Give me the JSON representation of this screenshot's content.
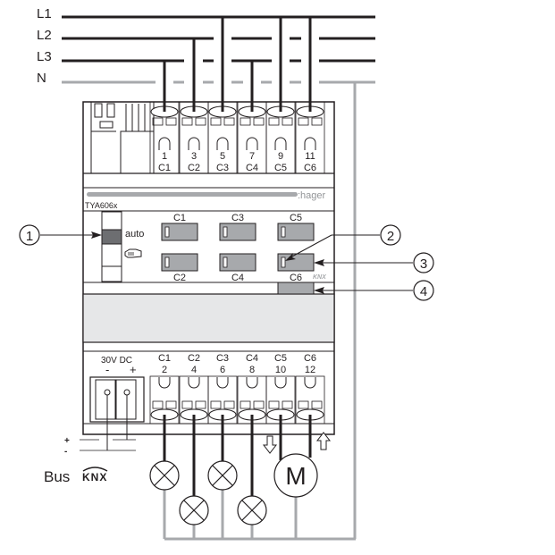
{
  "colors": {
    "ink": "#231f20",
    "neutral_wire": "#a7a9ac",
    "button_fill": "#a7a9ac",
    "window_fill": "#e6e7e8",
    "switch_dark": "#6d6e71",
    "brand_bar": "#a7a9ac"
  },
  "supply_lines": [
    {
      "label": "L1"
    },
    {
      "label": "L2"
    },
    {
      "label": "L3"
    },
    {
      "label": "N"
    }
  ],
  "device": {
    "model": "TYA606x",
    "brand": ":hager",
    "top_terminals": [
      {
        "number": "1",
        "channel": "C1"
      },
      {
        "number": "3",
        "channel": "C2"
      },
      {
        "number": "5",
        "channel": "C3"
      },
      {
        "number": "7",
        "channel": "C4"
      },
      {
        "number": "9",
        "channel": "C5"
      },
      {
        "number": "11",
        "channel": "C6"
      }
    ],
    "bottom_terminals": [
      {
        "number": "2",
        "channel": "C1"
      },
      {
        "number": "4",
        "channel": "C2"
      },
      {
        "number": "6",
        "channel": "C3"
      },
      {
        "number": "8",
        "channel": "C4"
      },
      {
        "number": "10",
        "channel": "C5"
      },
      {
        "number": "12",
        "channel": "C6"
      }
    ],
    "buttons_top_labels": [
      "C1",
      "C3",
      "C5"
    ],
    "buttons_bottom_labels": [
      "C2",
      "C4",
      "C6"
    ],
    "mode_switch": {
      "auto_label": "auto",
      "manual_icon": "hand-icon"
    },
    "knx_logo": "KNX",
    "power_label": "30V DC",
    "power_minus": "-",
    "power_plus": "+"
  },
  "callouts": [
    {
      "number": "1",
      "target": "auto/manual mode switch"
    },
    {
      "number": "2",
      "target": "channel status LED"
    },
    {
      "number": "3",
      "target": "channel push button"
    },
    {
      "number": "4",
      "target": "KNX physical address button"
    }
  ],
  "bus": {
    "label": "Bus",
    "logo": "KNX",
    "plus": "+",
    "minus": "-"
  },
  "loads": [
    {
      "type": "lamp",
      "channel": "C1"
    },
    {
      "type": "lamp",
      "channel": "C2"
    },
    {
      "type": "lamp",
      "channel": "C3"
    },
    {
      "type": "lamp",
      "channel": "C4"
    },
    {
      "type": "motor",
      "label": "M",
      "channels": [
        "C5",
        "C6"
      ],
      "arrows": [
        "down",
        "up"
      ]
    }
  ]
}
